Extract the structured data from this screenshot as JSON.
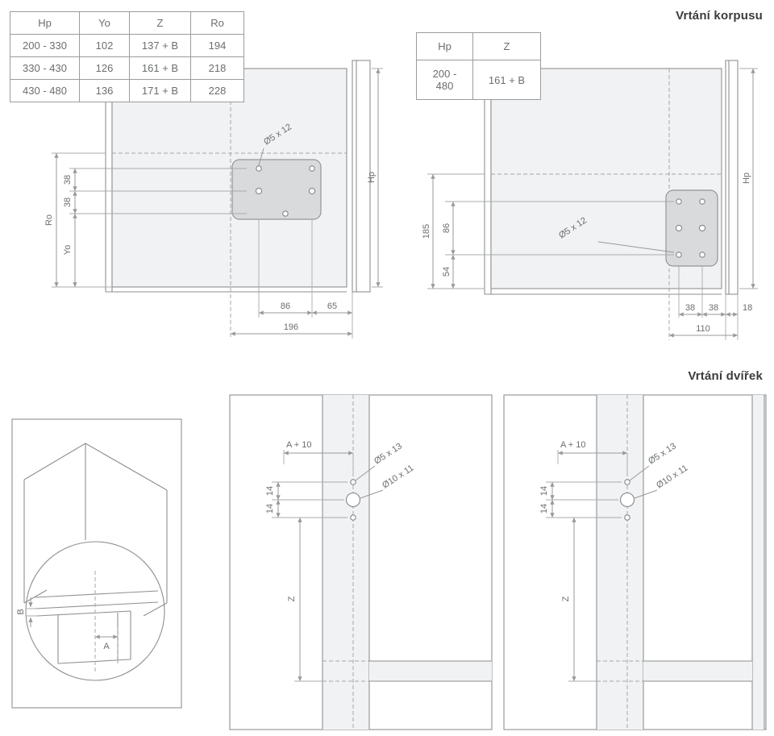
{
  "colors": {
    "background": "#ffffff",
    "line": "#8d8f92",
    "dim_line": "#97999c",
    "text": "#6b6d70",
    "title": "#3a3c3e",
    "panel_fill": "#f1f2f3",
    "plate_fill": "#d9dadc"
  },
  "sections": {
    "korpus": {
      "title": "Vrtání korpusu"
    },
    "dvirka": {
      "title": "Vrtání dvířek"
    }
  },
  "korpus_table": {
    "headers": [
      "Hp",
      "Yo",
      "Z",
      "Ro"
    ],
    "rows": [
      [
        "200 - 330",
        "102",
        "137 + B",
        "194"
      ],
      [
        "330 - 430",
        "126",
        "161 + B",
        "218"
      ],
      [
        "430 - 480",
        "136",
        "171 + B",
        "228"
      ]
    ]
  },
  "korpus_right_table": {
    "headers": [
      "Hp",
      "Z"
    ],
    "rows": [
      [
        "200 - 480",
        "161 + B"
      ]
    ]
  },
  "korpus_left_diagram": {
    "hole_label": "Ø5 x 12",
    "dims": {
      "v38a": "38",
      "v38b": "38",
      "ro": "Ro",
      "yo": "Yo",
      "hp": "Hp",
      "h86": "86",
      "h65": "65",
      "h196": "196"
    }
  },
  "korpus_right_diagram": {
    "hole_label": "Ø5 x 12",
    "dims": {
      "v185": "185",
      "v86": "86",
      "v54": "54",
      "hp": "Hp",
      "h38a": "38",
      "h38b": "38",
      "h18": "18",
      "h110": "110"
    }
  },
  "door_detail_diagram": {
    "dims": {
      "b": "B",
      "a": "A"
    }
  },
  "door_left_diagram": {
    "hole_small_label": "Ø5 x 13",
    "hole_big_label": "Ø10 x 11",
    "dims": {
      "a10": "A + 10",
      "v14a": "14",
      "v14b": "14",
      "z": "Z"
    }
  },
  "door_right_diagram": {
    "hole_small_label": "Ø5 x 13",
    "hole_big_label": "Ø10 x 11",
    "dims": {
      "a10": "A + 10",
      "v14a": "14",
      "v14b": "14",
      "z": "Z"
    }
  }
}
